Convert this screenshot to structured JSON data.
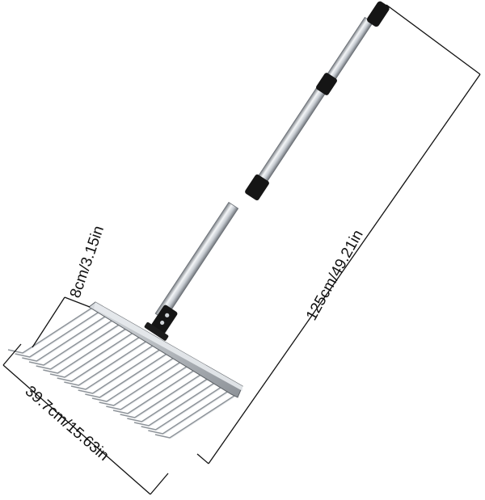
{
  "dimensions": {
    "tine_depth": "8cm/3.15in",
    "total_length": "125cm/49.21in",
    "head_width": "39.7cm/15.63in"
  },
  "colors": {
    "background": "#ffffff",
    "line": "#111111",
    "grip": "#151515",
    "steel": "#b9bec4"
  }
}
